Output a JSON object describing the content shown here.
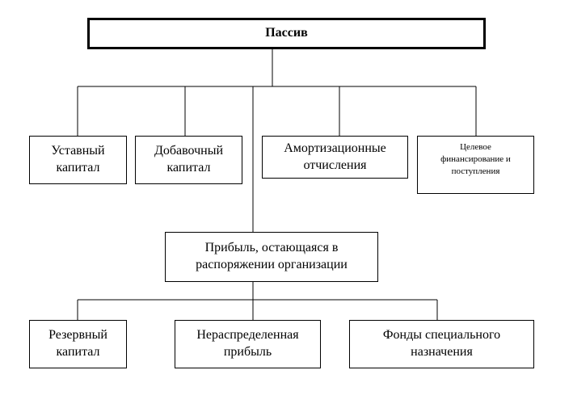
{
  "diagram": {
    "root": {
      "label": "Пассив"
    },
    "level1": [
      {
        "id": "ustav",
        "lines": [
          "Уставный",
          "капитал"
        ]
      },
      {
        "id": "dobav",
        "lines": [
          "Добавочный",
          "капитал"
        ]
      },
      {
        "id": "amort",
        "lines": [
          "Амортизационные",
          "отчисления"
        ]
      },
      {
        "id": "celevoe",
        "lines": [
          "Целевое",
          "финансирование и",
          "поступления"
        ]
      },
      {
        "id": "pribyl",
        "lines": [
          "Прибыль, остающаяся в",
          "распоряжении организации"
        ]
      }
    ],
    "level2": [
      {
        "id": "rezerv",
        "lines": [
          "Резервный",
          "капитал"
        ]
      },
      {
        "id": "neraspr",
        "lines": [
          "Нераспределенная",
          "прибыль"
        ]
      },
      {
        "id": "fondy",
        "lines": [
          "Фонды специального",
          "назначения"
        ]
      }
    ],
    "edges": [
      {
        "from": "root",
        "to": "ustav"
      },
      {
        "from": "root",
        "to": "dobav"
      },
      {
        "from": "root",
        "to": "amort"
      },
      {
        "from": "root",
        "to": "celevoe"
      },
      {
        "from": "root",
        "to": "pribyl"
      },
      {
        "from": "pribyl",
        "to": "rezerv"
      },
      {
        "from": "pribyl",
        "to": "neraspr"
      },
      {
        "from": "pribyl",
        "to": "fondy"
      }
    ],
    "line_color": "#000000",
    "box_border_color": "#000000",
    "background_color": "#ffffff"
  }
}
